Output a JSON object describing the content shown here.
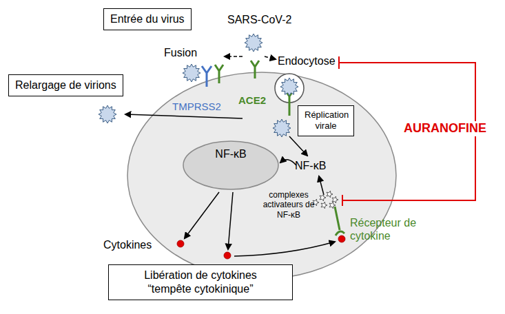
{
  "diagram": {
    "nodes": [
      {
        "text": [
          "Entrée du virus"
        ]
      },
      {
        "text": [
          "Relargage de virions"
        ]
      },
      {
        "text": [
          "NF-κB"
        ]
      },
      {
        "text": [
          "Réplication virale"
        ]
      },
      {
        "text": [
          "Libération de cytokines “tempête cytokinique”"
        ]
      }
    ],
    "labels": [
      "SARS-CoV-2",
      "Fusion",
      "Endocytose",
      "TMPRSS2",
      "ACE2",
      "NF-κB",
      "complexes activateurs de NF-κB",
      "Récepteur de cytokine",
      "Cytokines",
      "AURANOFINE"
    ]
  }
}
